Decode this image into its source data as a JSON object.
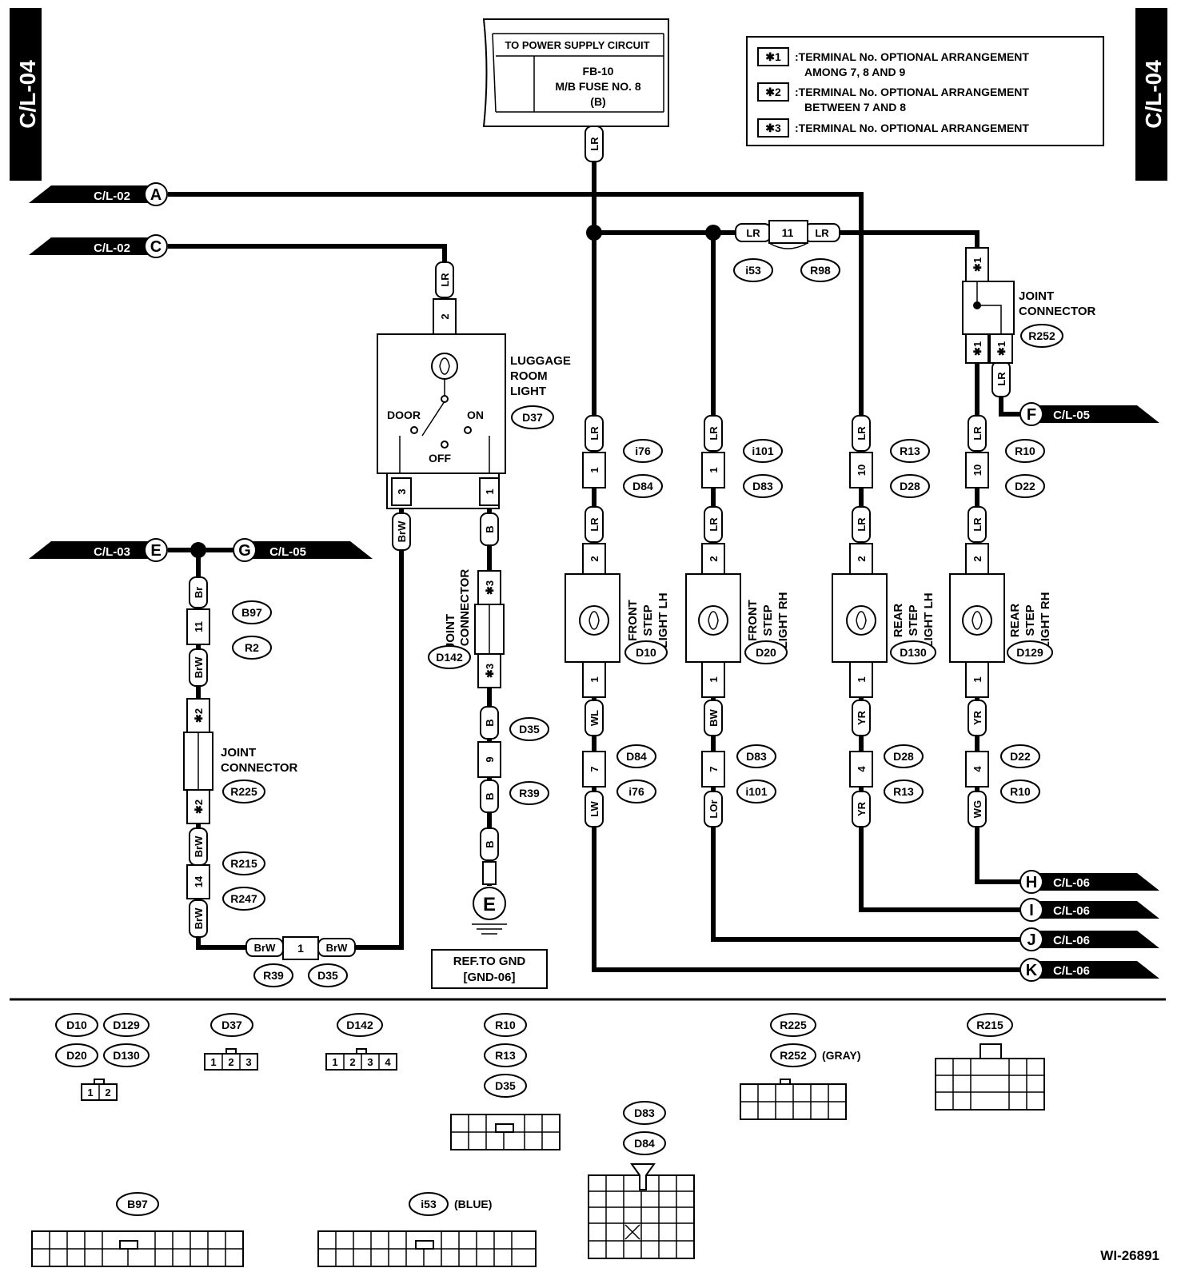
{
  "page_code": "C/L-04",
  "figure_id": "WI-26891",
  "power": {
    "title": "TO POWER SUPPLY CIRCUIT",
    "l1": "FB-10",
    "l2": "M/B FUSE NO. 8",
    "l3": "(B)"
  },
  "legend": {
    "n1": "✱1",
    "t1a": ":TERMINAL No. OPTIONAL ARRANGEMENT",
    "t1b": "AMONG 7, 8 AND 9",
    "n2": "✱2",
    "t2a": ":TERMINAL No. OPTIONAL ARRANGEMENT",
    "t2b": "BETWEEN 7 AND 8",
    "n3": "✱3",
    "t3a": ":TERMINAL No. OPTIONAL ARRANGEMENT"
  },
  "refs": {
    "A": {
      "letter": "A",
      "label": "C/L-02"
    },
    "C": {
      "letter": "C",
      "label": "C/L-02"
    },
    "E": {
      "letter": "E",
      "label": "C/L-03"
    },
    "G": {
      "letter": "G",
      "label": "C/L-05"
    },
    "F": {
      "letter": "F",
      "label": "C/L-05"
    },
    "H": {
      "letter": "H",
      "label": "C/L-06"
    },
    "I": {
      "letter": "I",
      "label": "C/L-06"
    },
    "J": {
      "letter": "J",
      "label": "C/L-06"
    },
    "K": {
      "letter": "K",
      "label": "C/L-06"
    }
  },
  "components": {
    "luggage": {
      "l1": "LUGGAGE",
      "l2": "ROOM",
      "l3": "LIGHT",
      "id": "D37",
      "door": "DOOR",
      "on": "ON",
      "off": "OFF"
    },
    "fsl": {
      "l1": "FRONT",
      "l2": "STEP",
      "l3": "LIGHT LH",
      "id": "D10"
    },
    "fsr": {
      "l1": "FRONT",
      "l2": "STEP",
      "l3": "LIGHT RH",
      "id": "D20"
    },
    "rsl": {
      "l1": "REAR",
      "l2": "STEP",
      "l3": "LIGHT LH",
      "id": "D130"
    },
    "rsr": {
      "l1": "REAR",
      "l2": "STEP",
      "l3": "LIGHT RH",
      "id": "D129"
    },
    "jc_r252": {
      "l1": "JOINT",
      "l2": "CONNECTOR",
      "id": "R252"
    },
    "jc_r225": {
      "l1": "JOINT",
      "l2": "CONNECTOR",
      "id": "R225"
    },
    "jc_d142": {
      "l1": "JOINT",
      "l2": "CONNECTOR",
      "id": "D142"
    },
    "ground": {
      "letter": "E",
      "l1": "REF.TO GND",
      "l2": "[GND-06]"
    }
  },
  "colors": {
    "LR": "LR",
    "B": "B",
    "BrW": "BrW",
    "Br": "Br",
    "WL": "WL",
    "LW": "LW",
    "BW": "BW",
    "LOr": "LOr",
    "YR": "YR",
    "WG": "WG"
  },
  "pins": {
    "p1": "1",
    "p2": "2",
    "p3": "3",
    "p4": "4",
    "p7": "7",
    "p9": "9",
    "p10": "10",
    "p11": "11",
    "p14": "14",
    "s1": "✱1",
    "s2": "✱2",
    "s3": "✱3"
  },
  "conn": {
    "i53": "i53",
    "R98": "R98",
    "i76": "i76",
    "D84": "D84",
    "i101": "i101",
    "D83": "D83",
    "R13": "R13",
    "D28": "D28",
    "R10": "R10",
    "D22": "D22",
    "B97": "B97",
    "R2": "R2",
    "R215": "R215",
    "R247": "R247",
    "R39": "R39",
    "D35": "D35"
  },
  "footer": {
    "D10": "D10",
    "D129": "D129",
    "D20": "D20",
    "D130": "D130",
    "D37": "D37",
    "D142": "D142",
    "R10": "R10",
    "R13": "R13",
    "D35": "D35",
    "D83": "D83",
    "D84": "D84",
    "R225": "R225",
    "R252": "R252",
    "gray": "(GRAY)",
    "R215": "R215",
    "B97": "B97",
    "i53": "i53",
    "blue": "(BLUE)"
  }
}
